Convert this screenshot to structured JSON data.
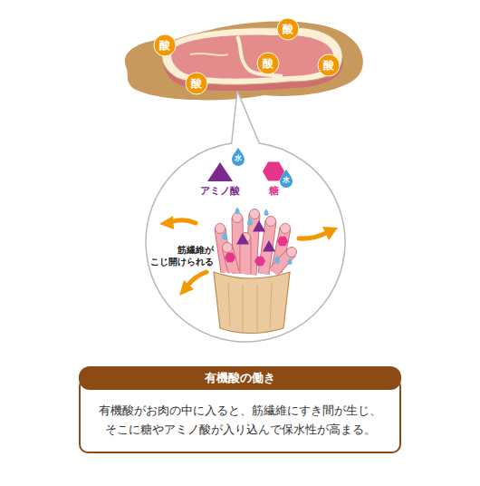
{
  "diagram": {
    "nodes": [
      {
        "text": [
          "酸"
        ]
      },
      {
        "text": [
          "酸"
        ]
      },
      {
        "text": [
          "酸"
        ]
      },
      {
        "text": [
          "酸"
        ]
      },
      {
        "text": [
          "酸"
        ]
      },
      {
        "text": [
          "筋繊維が こじ開けられる"
        ]
      },
      {
        "text": [
          "アミノ酸"
        ],
        "in": 5
      },
      {
        "text": [
          "水"
        ],
        "in": 6
      },
      {
        "text": [
          "糖"
        ],
        "in": 5
      },
      {
        "text": [
          "水"
        ],
        "in": 8
      },
      {
        "text": [
          "有機酸の働き",
          "有機酸がお肉の中に入ると、筋繊維にすき間が生じ、 そこに糖やアミノ酸が入り込んで保水性が高まる。"
        ]
      }
    ]
  }
}
